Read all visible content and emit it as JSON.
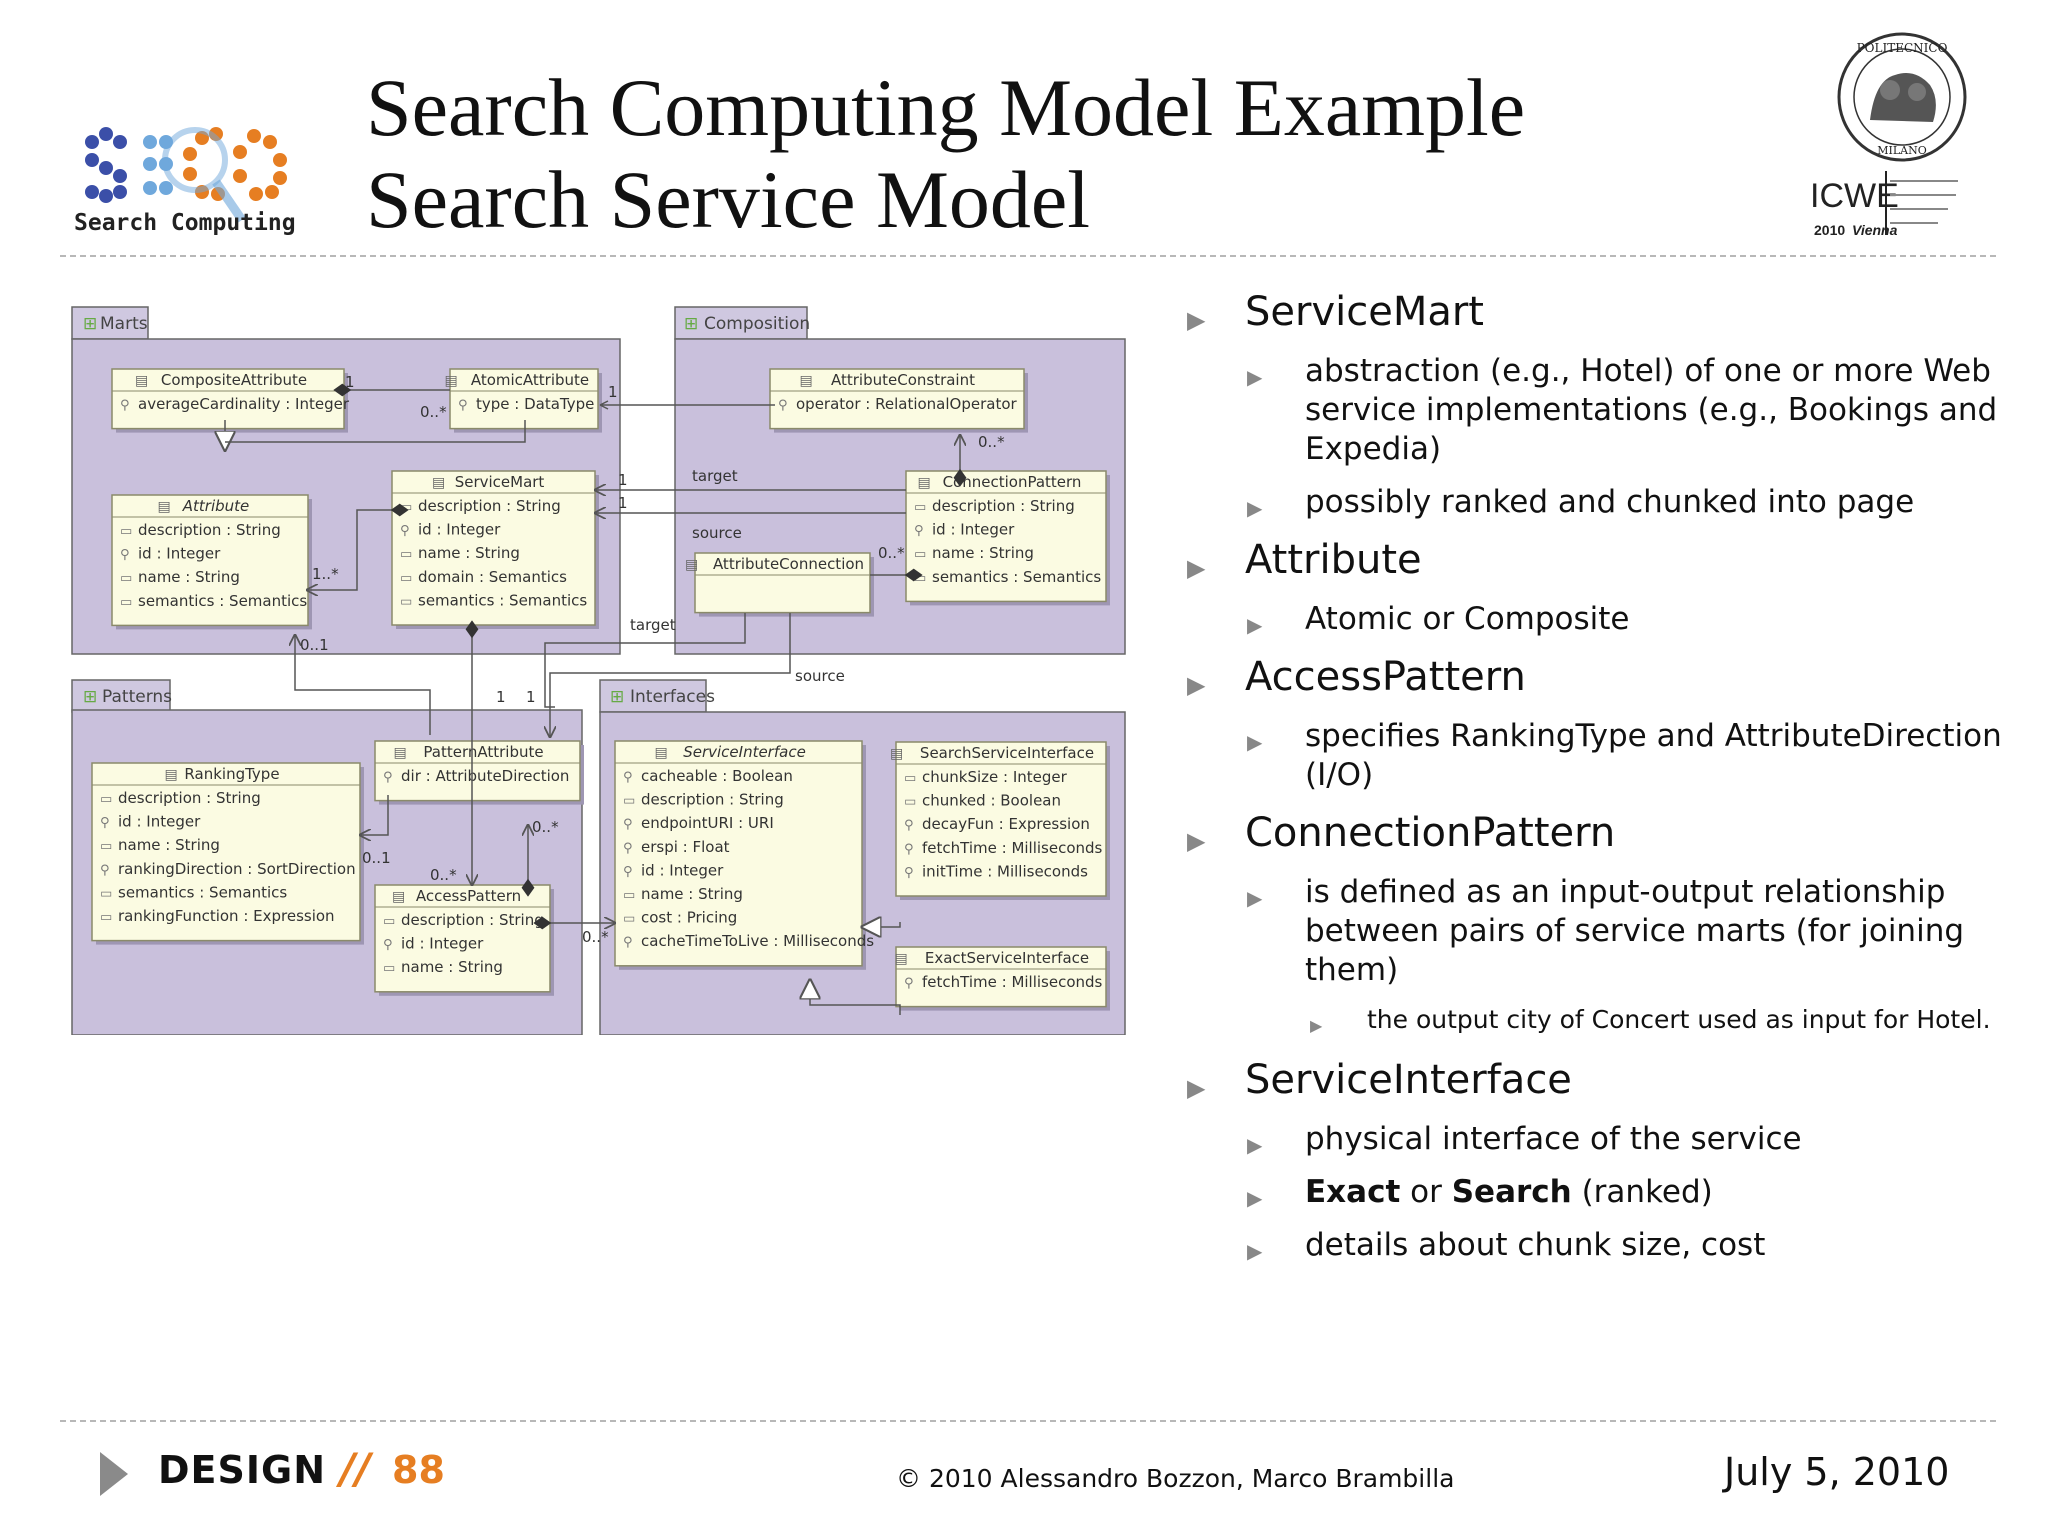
{
  "slide": {
    "title_line1": "Search Computing Model Example",
    "title_line2": "Search Service Model",
    "logo_left_text": "Search Computing",
    "logo_poli_top": "POLITECNICO",
    "logo_poli_bottom": "MILANO",
    "logo_icwe_text": "ICWE",
    "logo_icwe_year": "2010",
    "logo_icwe_city": "Vienna"
  },
  "diagram": {
    "packages": {
      "marts": "Marts",
      "composition": "Composition",
      "patterns": "Patterns",
      "interfaces": "Interfaces"
    },
    "classes": {
      "composite_attribute": {
        "name": "CompositeAttribute",
        "attrs": [
          "averageCardinality : Integer"
        ]
      },
      "atomic_attribute": {
        "name": "AtomicAttribute",
        "attrs": [
          "type : DataType"
        ]
      },
      "attribute": {
        "name": "Attribute",
        "attrs": [
          "description : String",
          "id : Integer",
          "name : String",
          "semantics : Semantics"
        ]
      },
      "service_mart": {
        "name": "ServiceMart",
        "attrs": [
          "description : String",
          "id : Integer",
          "name : String",
          "domain : Semantics",
          "semantics : Semantics"
        ]
      },
      "attribute_constraint": {
        "name": "AttributeConstraint",
        "attrs": [
          "operator : RelationalOperator"
        ]
      },
      "connection_pattern": {
        "name": "ConnectionPattern",
        "attrs": [
          "description : String",
          "id : Integer",
          "name : String",
          "semantics : Semantics"
        ]
      },
      "attribute_connection": {
        "name": "AttributeConnection",
        "attrs": []
      },
      "ranking_type": {
        "name": "RankingType",
        "attrs": [
          "description : String",
          "id : Integer",
          "name : String",
          "rankingDirection : SortDirection",
          "semantics : Semantics",
          "rankingFunction : Expression"
        ]
      },
      "pattern_attribute": {
        "name": "PatternAttribute",
        "attrs": [
          "dir : AttributeDirection"
        ]
      },
      "access_pattern": {
        "name": "AccessPattern",
        "attrs": [
          "description : String",
          "id : Integer",
          "name : String"
        ]
      },
      "service_interface": {
        "name": "ServiceInterface",
        "attrs": [
          "cacheable : Boolean",
          "description : String",
          "endpointURI : URI",
          "erspi : Float",
          "id : Integer",
          "name : String",
          "cost : Pricing",
          "cacheTimeToLive : Milliseconds"
        ]
      },
      "search_service_interface": {
        "name": "SearchServiceInterface",
        "attrs": [
          "chunkSize : Integer",
          "chunked : Boolean",
          "decayFun : Expression",
          "fetchTime : Milliseconds",
          "initTime : Milliseconds"
        ]
      },
      "exact_service_interface": {
        "name": "ExactServiceInterface",
        "attrs": [
          "fetchTime : Milliseconds"
        ]
      }
    },
    "labels": {
      "m_one_a": "1",
      "m_one_b": "1",
      "m_one_c": "1",
      "m_one_d": "1",
      "m_one_e": "1",
      "m_one_f": "1",
      "m_zero_many_a": "0..*",
      "m_zero_many_b": "0..*",
      "m_zero_many_c": "0..*",
      "m_zero_many_d": "0..*",
      "m_zero_many_e": "0..*",
      "m_zero_many_f": "0..*",
      "m_one_many": "1..*",
      "m_zero_one_a": "0..1",
      "m_zero_one_b": "0..1",
      "target_a": "target",
      "source_a": "source",
      "target_b": "target",
      "source_b": "source"
    }
  },
  "bullets": {
    "servicemart": {
      "title": "ServiceMart",
      "items": [
        "abstraction (e.g., Hotel) of one or more Web service implementations (e.g., Bookings and Expedia)",
        "possibly ranked and chunked into page"
      ]
    },
    "attribute": {
      "title": "Attribute",
      "items": [
        "Atomic or Composite"
      ]
    },
    "accesspattern": {
      "title": "AccessPattern",
      "items": [
        "specifies RankingType and AttributeDirection (I/O)"
      ]
    },
    "connectionpattern": {
      "title": "ConnectionPattern",
      "items": [
        "is defined as an input-output relationship between pairs of service marts (for joining them)"
      ],
      "sub": "the output city of Concert used as input for Hotel."
    },
    "serviceinterface": {
      "title": "ServiceInterface",
      "items": [
        "physical interface of the service",
        "details about chunk size, cost"
      ],
      "exact": "Exact",
      "or": " or ",
      "search": "Search",
      "ranked": " (ranked)"
    }
  },
  "footer": {
    "design": "DESIGN",
    "slashes": "//",
    "page": "88",
    "copyright": "© 2010 Alessandro Bozzon, Marco Brambilla",
    "date": "July 5, 2010"
  },
  "colors": {
    "package_fill": "#c9c0dc",
    "class_fill": "#fbfbe2",
    "class_border": "#8a8a6a",
    "accent_orange": "#e67e22"
  }
}
